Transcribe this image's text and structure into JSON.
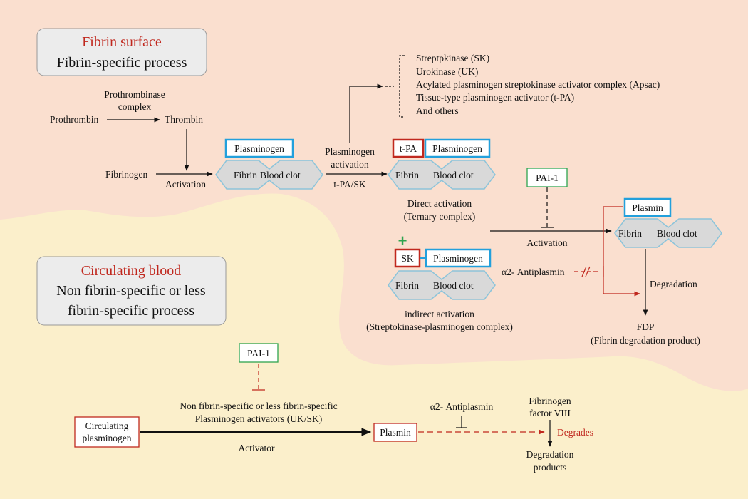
{
  "regions": {
    "fibrin_surface": {
      "title": "Fibrin surface",
      "subtitle": "Fibrin-specific process"
    },
    "circulating": {
      "title": "Circulating blood",
      "subtitle_line1": "Non fibrin-specific or less",
      "subtitle_line2": "fibrin-specific process"
    }
  },
  "top": {
    "prothrombinase_line1": "Prothrombinase",
    "prothrombinase_line2": "complex",
    "prothrombin": "Prothrombin",
    "thrombin": "Thrombin",
    "fibrinogen": "Fibrinogen",
    "activation": "Activation",
    "plasminogen": "Plasminogen",
    "fibrin": "Fibrin",
    "blood_clot": "Blood clot",
    "pg_activation_line1": "Plasminogen",
    "pg_activation_line2": "activation",
    "tpa_sk": "t-PA/SK",
    "activators": [
      "Streptpkinase (SK)",
      "Urokinase (UK)",
      "Acylated plasminogen streptokinase activator complex (Apsac)",
      "Tissue-type plasminogen activator (t-PA)",
      "And others"
    ],
    "tpa": "t-PA",
    "direct_line1": "Direct activation",
    "direct_line2": "(Ternary complex)",
    "pai1": "PAI-1",
    "activation2": "Activation",
    "plasmin": "Plasmin",
    "sk": "SK",
    "plus": "+",
    "antiplasmin": "α2- Antiplasmin",
    "degradation": "Degradation",
    "indirect_line1": "indirect activation",
    "indirect_line2": "(Streptokinase-plasminogen complex)",
    "fdp": "FDP",
    "fdp_full": "(Fibrin degradation product)"
  },
  "bottom": {
    "pai1": "PAI-1",
    "circ_line1": "Circulating",
    "circ_line2": "plasminogen",
    "pa_line1": "Non fibrin-specific or less fibrin-specific",
    "pa_line2": "Plasminogen activators (UK/SK)",
    "activator": "Activator",
    "plasmin": "Plasmin",
    "antiplasmin": "α2- Antiplasmin",
    "fibrinogen": "Fibrinogen",
    "factor": "factor VIII",
    "degrades": "Degrades",
    "deg_line1": "Degradation",
    "deg_line2": "products"
  }
}
